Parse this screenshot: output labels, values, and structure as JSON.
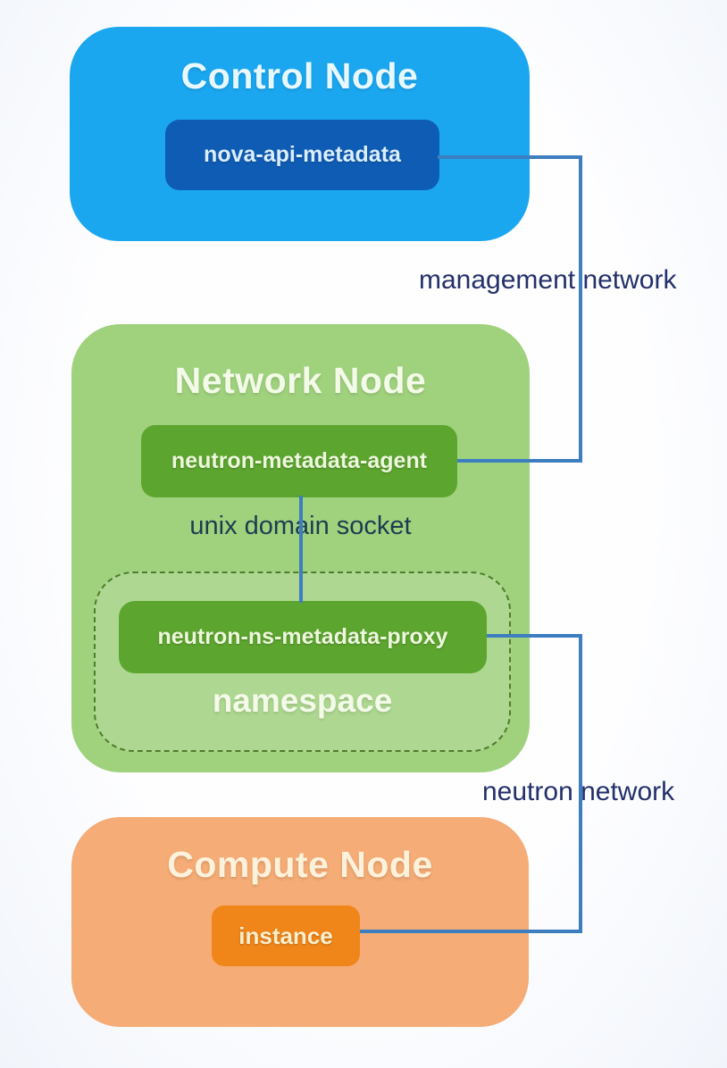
{
  "nodes": {
    "control": {
      "title": "Control Node",
      "component_label": "nova-api-metadata"
    },
    "network": {
      "title": "Network Node",
      "component_label": "neutron-metadata-agent",
      "namespace": {
        "title": "namespace",
        "component_label": "neutron-ns-metadata-proxy"
      }
    },
    "compute": {
      "title": "Compute Node",
      "component_label": "instance"
    }
  },
  "connections": {
    "management_network": {
      "label": "management network"
    },
    "unix_domain_socket": {
      "label": "unix domain socket"
    },
    "neutron_network": {
      "label": "neutron network"
    }
  },
  "colors": {
    "background": "#F7FAFD",
    "control_node_fill": "#1BA7F0",
    "control_component_fill": "#0F5CB5",
    "control_text": "#E8F8FF",
    "network_node_fill": "#A0D27E",
    "network_component_fill": "#5CA52F",
    "network_text": "#F3FAE8",
    "namespace_border": "#4D7D2A",
    "compute_node_fill": "#F5AC76",
    "compute_component_fill": "#F08519",
    "compute_text": "#FCF2DC",
    "connector_line": "#3D7EC0",
    "connector_label_text": "#23306A",
    "socket_label_text": "#1C3C50"
  }
}
